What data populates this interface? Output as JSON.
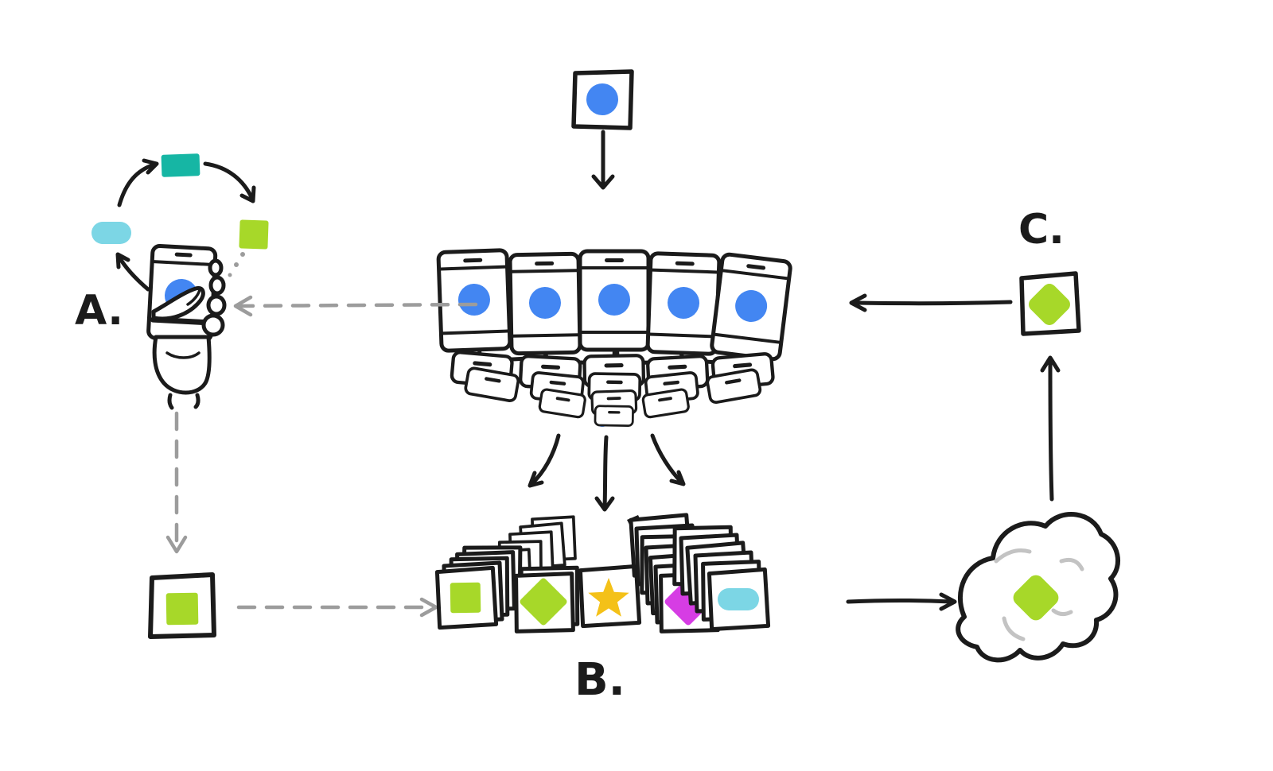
{
  "labels": {
    "a": "A.",
    "b": "B.",
    "c": "C."
  },
  "colors": {
    "ink": "#1b1b1b",
    "paper": "#ffffff",
    "blue": "#4386f2",
    "teal": "#16b6a4",
    "cyan": "#7cd6e5",
    "green": "#a7d829",
    "yellow": "#f4c118",
    "magenta": "#d63de4",
    "grey": "#9c9c9c",
    "cloud_accent": "#c3c3c3"
  }
}
